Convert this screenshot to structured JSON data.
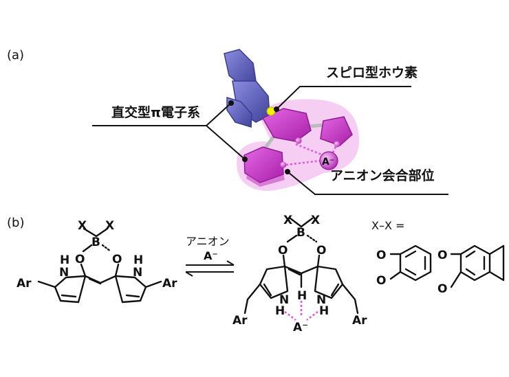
{
  "panel_a": {
    "label": "(a)",
    "callout_boron": "スピロ型ホウ素",
    "callout_pi": "直交型π電子系",
    "callout_anion_site": "アニオン会合部位",
    "anion_label": "A⁻"
  },
  "panel_b": {
    "label": "(b)",
    "arrow_top": "アニオン",
    "arrow_bottom": "A⁻",
    "xx_label": "X–X =",
    "left_molecule": {
      "x1": "X",
      "x2": "X",
      "boron": "B",
      "o1": "O",
      "o2": "O",
      "nh1": "H",
      "n1": "N",
      "nh2": "H",
      "n2": "N",
      "ar1": "Ar",
      "ar2": "Ar"
    },
    "right_molecule": {
      "x1": "X",
      "x2": "X",
      "boron": "B",
      "o1": "O",
      "o2": "O",
      "n1": "N",
      "h1": "H",
      "n2": "N",
      "h2": "H",
      "h_center": "H",
      "ar1": "Ar",
      "ar2": "Ar",
      "anion": "A⁻"
    },
    "catechol": {
      "o1": "O",
      "o2": "O"
    },
    "naphthalenediol": {
      "o1": "O",
      "o2": "O"
    }
  },
  "colors": {
    "blue_unit": "#5a5dbb",
    "magenta_unit": "#cc33cc",
    "halo": "#f3b9ef",
    "boron_atom": "#f3f000",
    "hbond": "#e05ad8"
  }
}
